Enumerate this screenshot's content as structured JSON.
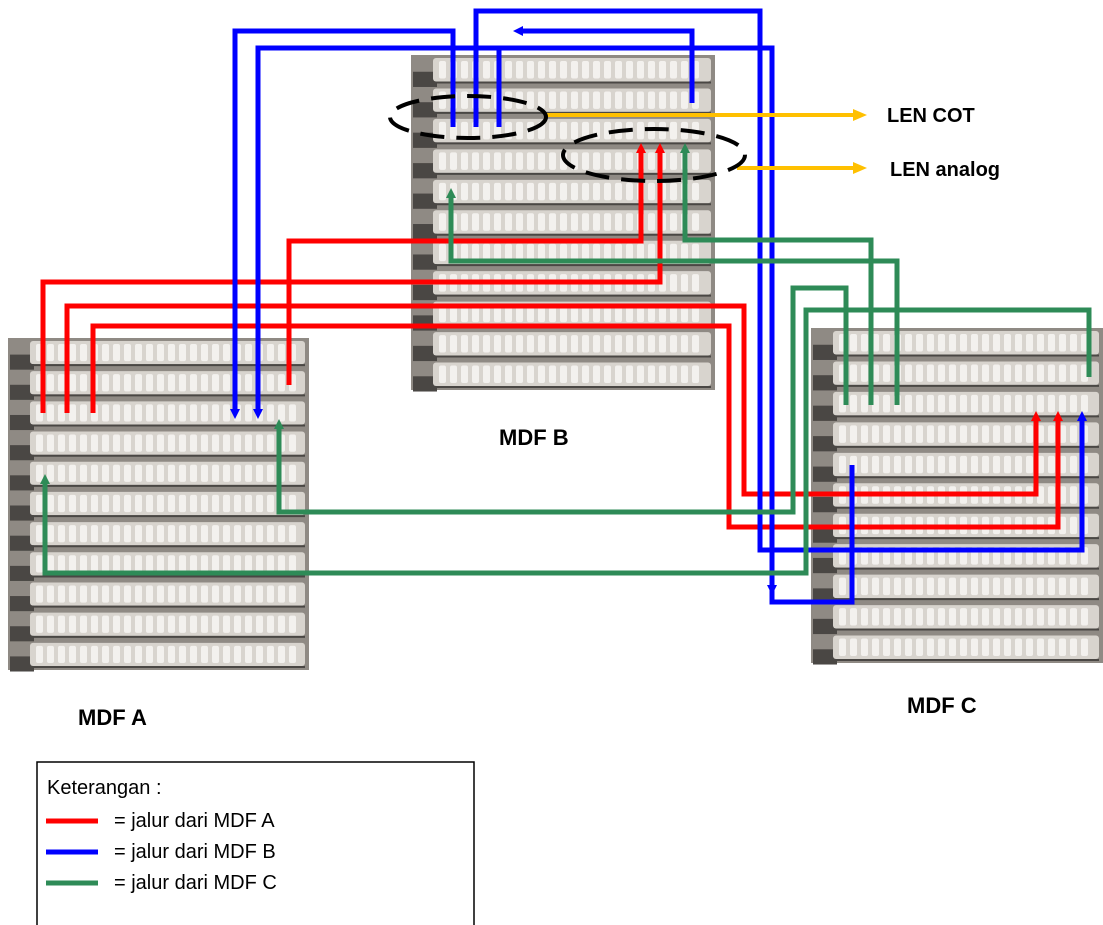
{
  "panels": [
    {
      "id": "a",
      "label": "MDF A"
    },
    {
      "id": "b",
      "label": "MDF B"
    },
    {
      "id": "c",
      "label": "MDF C"
    }
  ],
  "outputs": {
    "len_cot": "LEN COT",
    "len_analog": "LEN analog"
  },
  "legend": {
    "title": "Keterangan :",
    "items": [
      {
        "label": "= jalur dari MDF A",
        "color": "#ff0000"
      },
      {
        "label": "= jalur dari MDF B",
        "color": "#0000ff"
      },
      {
        "label": "= jalur dari MDF C",
        "color": "#2e8b57"
      }
    ]
  },
  "colors": {
    "red": "#ff0000",
    "blue": "#0000ff",
    "green": "#2e8b57",
    "yellow": "#ffc000",
    "panel_frame": "#8f8a84",
    "panel_block": "#d8d4ce",
    "panel_pin": "#f3f1ee",
    "panel_dark": "#4a4744"
  }
}
